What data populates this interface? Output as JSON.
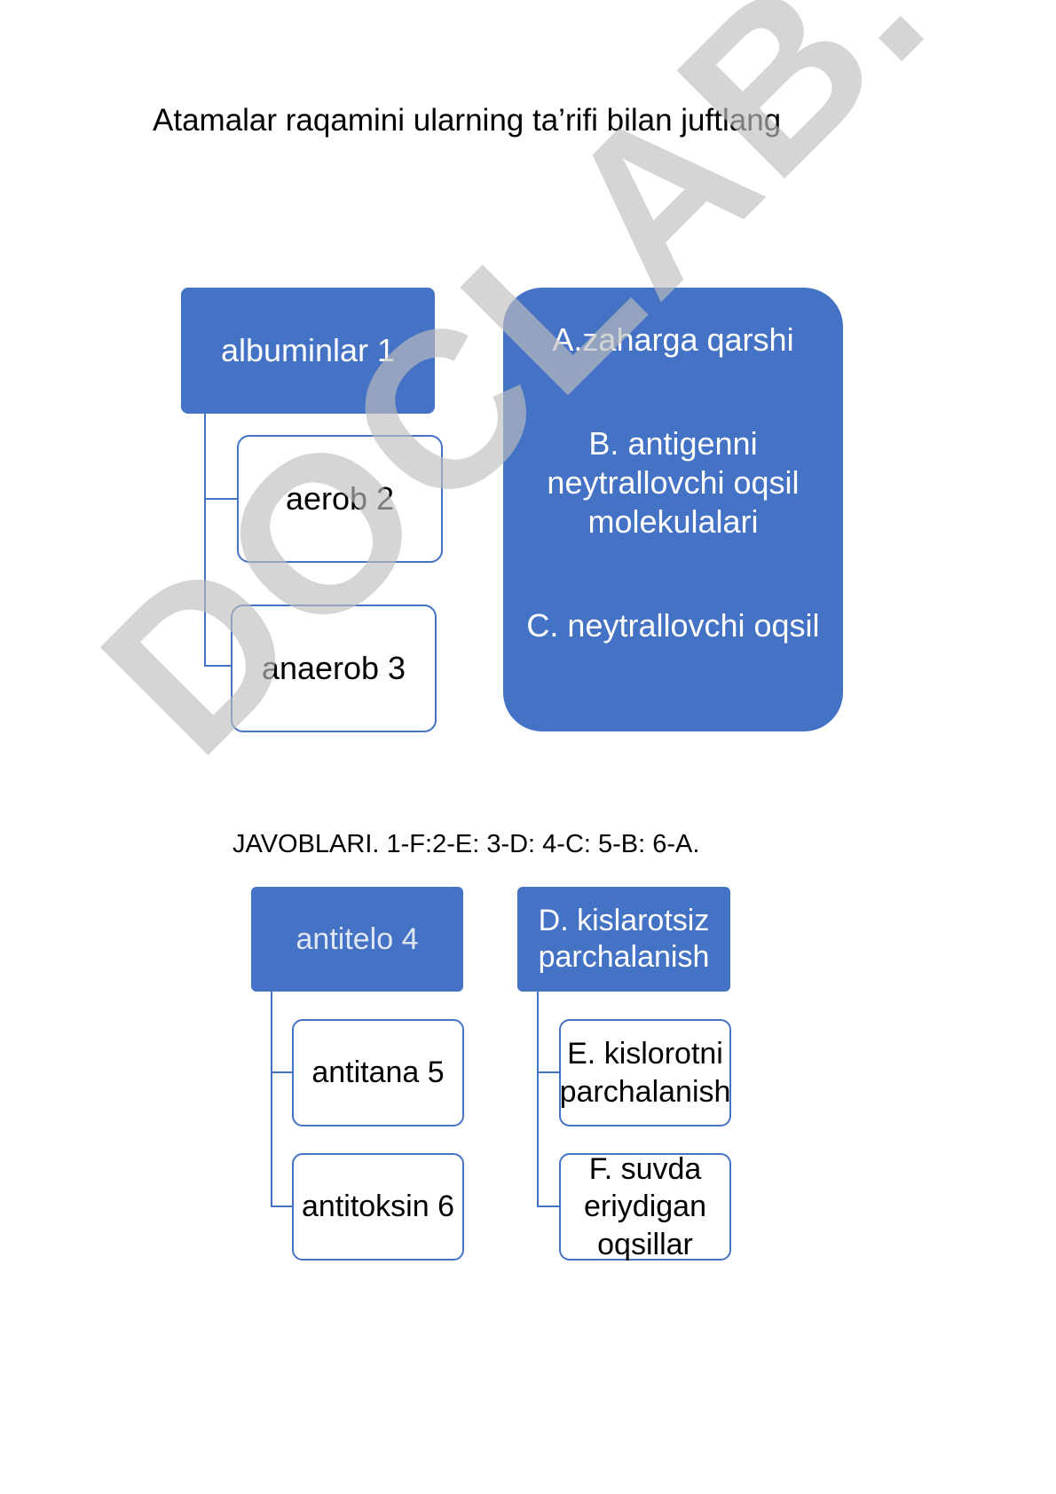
{
  "title": "Atamalar raqamini ularning ta’rifi bilan juftlang",
  "diagram1": {
    "root": "albuminlar  1",
    "children": [
      "aerob 2",
      "anaerob 3"
    ],
    "definitions": {
      "a": "A.zaharga qarshi",
      "b_line1": "B.       antigenni",
      "b_line2": "neytrallovchi oqsil",
      "b_line3": "molekulalari",
      "c": "C. neytrallovchi oqsil"
    }
  },
  "answers": "JAVOBLARI. 1-F:2-E: 3-D: 4-C: 5-B: 6-A.",
  "diagram2": {
    "root_left": "antitelo 4",
    "children_left": [
      "antitana 5",
      "antitoksin 6"
    ],
    "root_right": "D.  kislarotsiz parchalanish",
    "children_right": [
      "E. kislorotni parchalanish",
      "F. suvda eriydigan oqsillar"
    ]
  },
  "watermark": "DOCLAB.UZ",
  "colors": {
    "box_blue": "#4472c4",
    "watermark_gray": "#bfbfbf"
  }
}
